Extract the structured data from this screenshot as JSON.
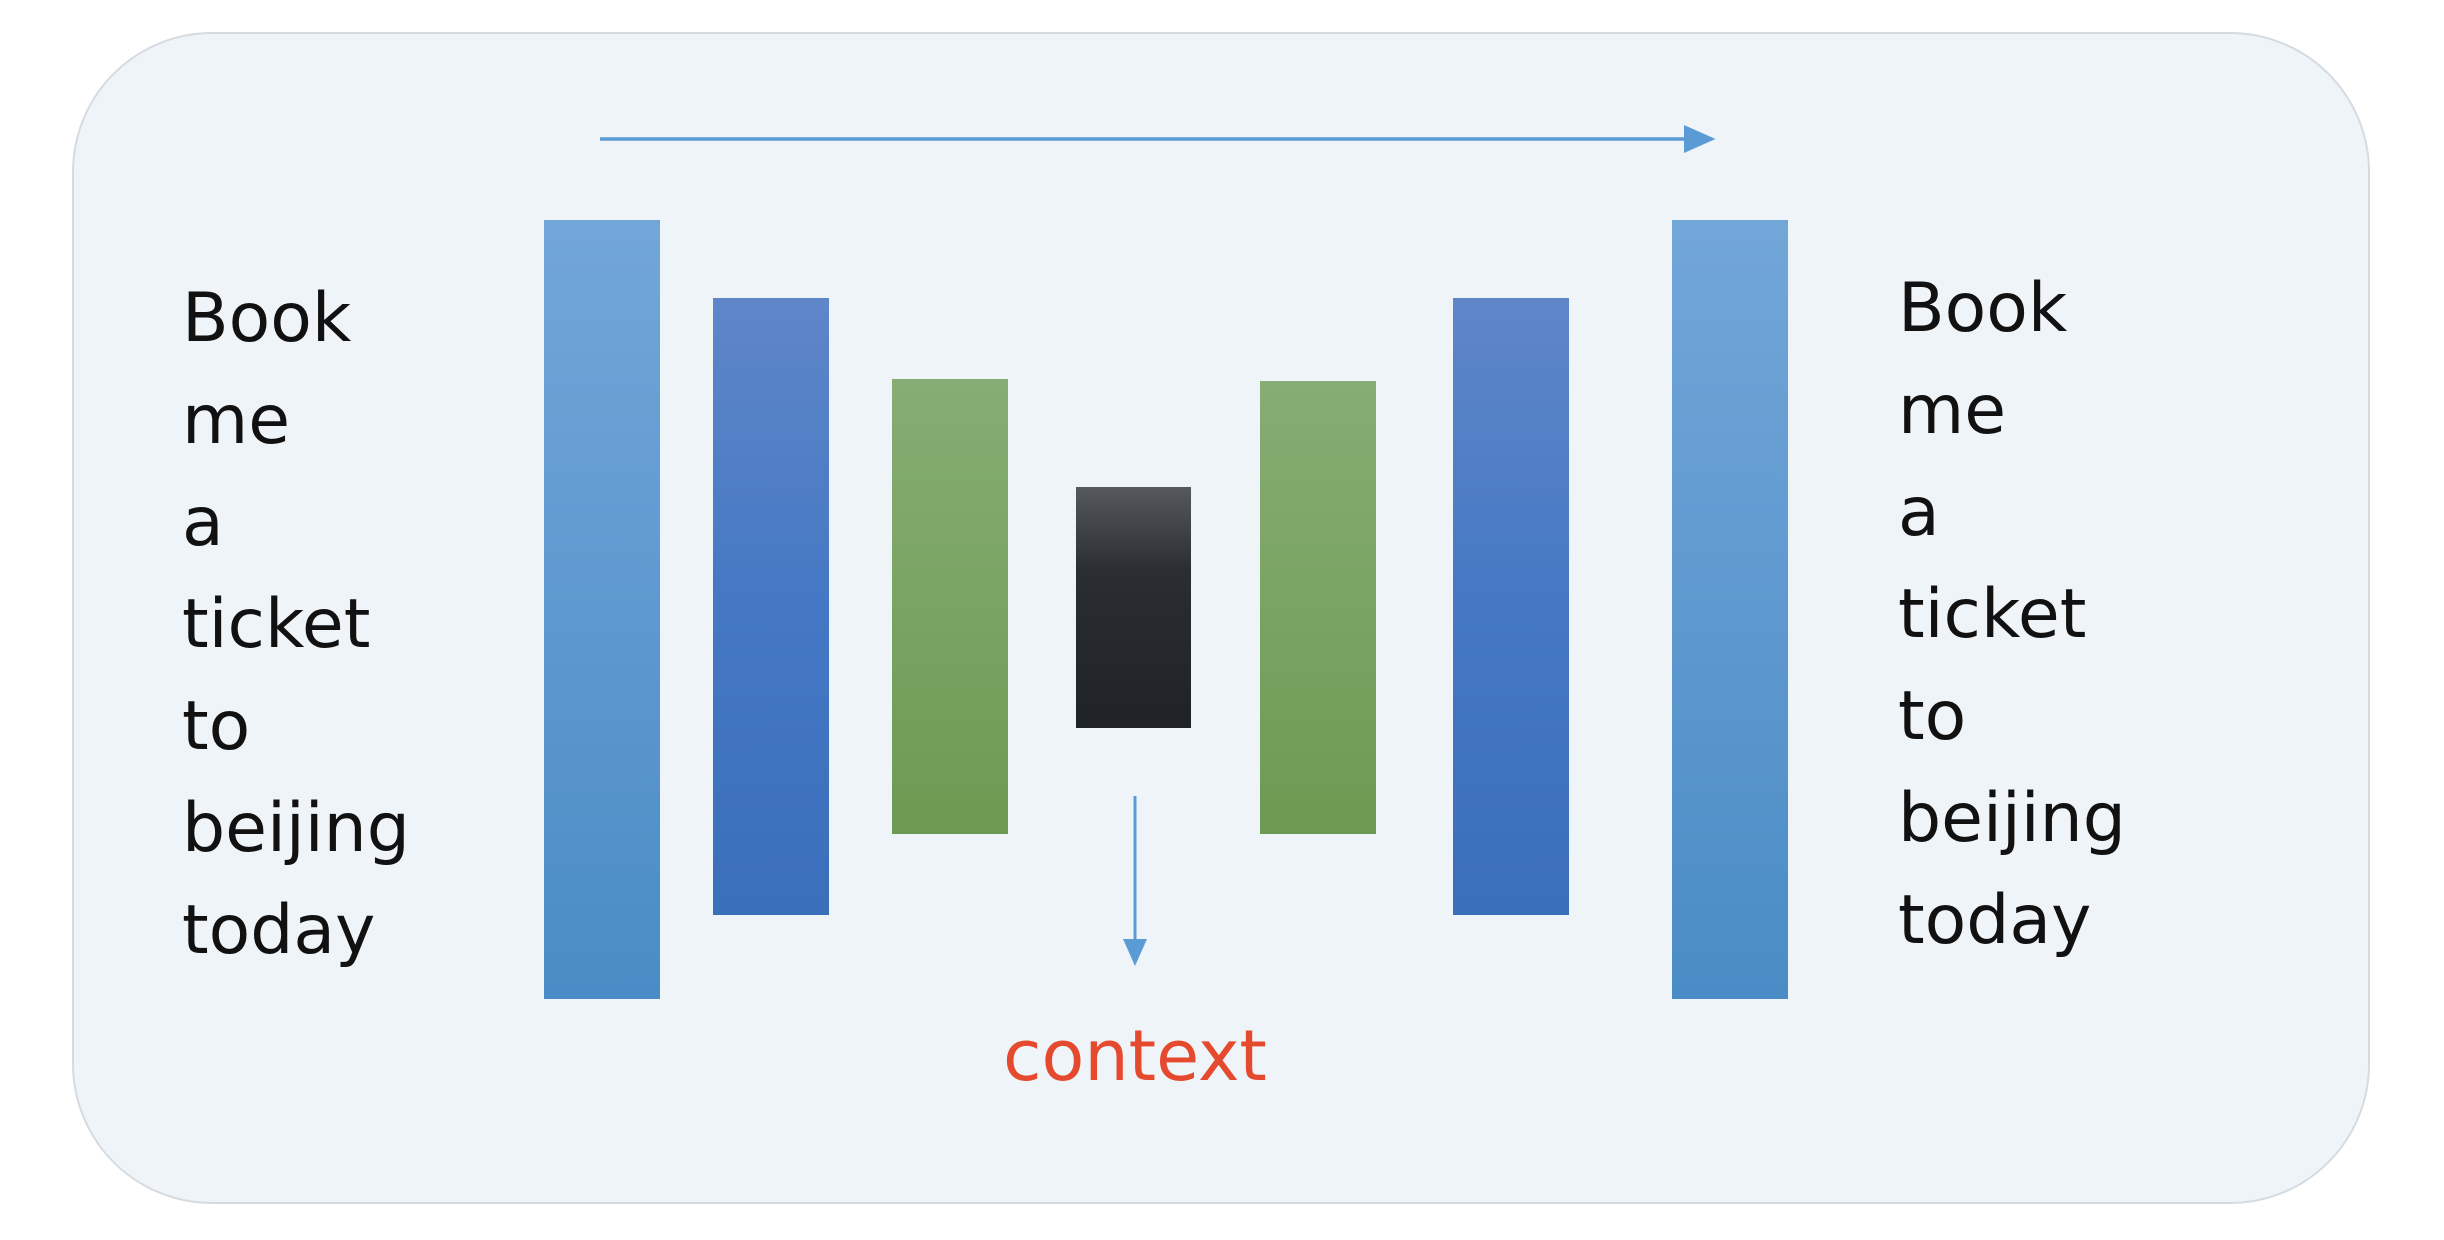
{
  "input_sentence": [
    "Book",
    "me",
    "a",
    "ticket",
    "to",
    "beijing",
    "today"
  ],
  "output_sentence": [
    "Book",
    "me",
    "a",
    "ticket",
    "to",
    "beijing",
    "today"
  ],
  "bottleneck_label": "context",
  "colors": {
    "outer_layer": "#5b9bd5",
    "middle_layer": "#4472c4",
    "inner_layer": "#70a057",
    "bottleneck": "#24282c",
    "arrow": "#5b9bd5",
    "context_text": "#e64a2e",
    "panel_background": "#eff4f9"
  }
}
